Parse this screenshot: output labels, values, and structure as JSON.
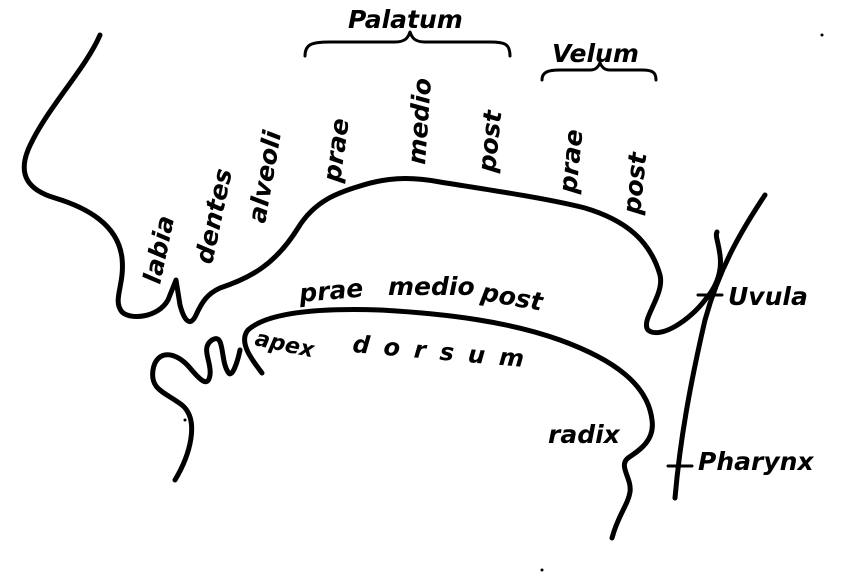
{
  "labels": {
    "palatum": "Palatum",
    "velum": "Velum",
    "palatum_prae": "prae",
    "palatum_medio": "medio",
    "palatum_post": "post",
    "velum_prae": "prae",
    "velum_post": "post",
    "labia": "labia",
    "dentes": "dentes",
    "alveoli": "alveoli",
    "dorsum_prae": "prae",
    "dorsum_medio": "medio",
    "dorsum_post": "post",
    "apex": "apex",
    "dorsum": "dorsum",
    "radix": "radix",
    "uvula": "Uvula",
    "pharynx": "Pharynx"
  }
}
